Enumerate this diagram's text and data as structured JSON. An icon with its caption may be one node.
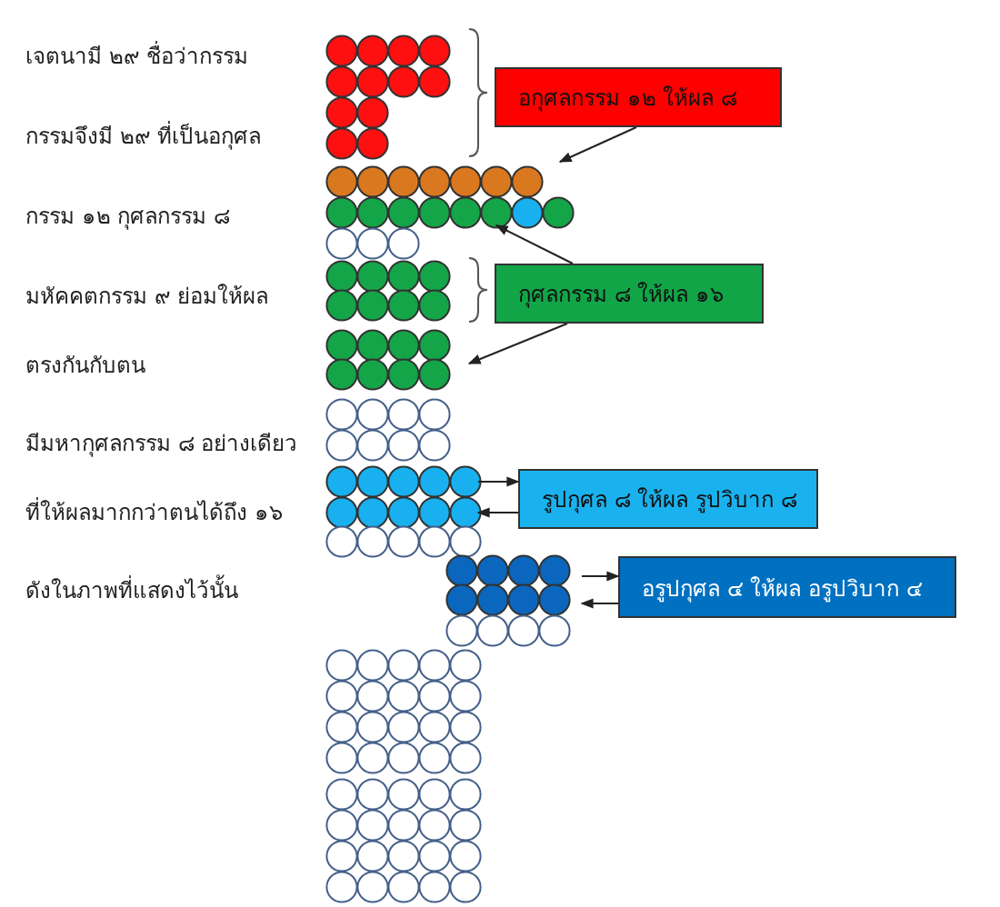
{
  "diagram": {
    "nodes": [
      {
        "text": [
          "อกุศลกรรม ๑๒ ให้ผล ๘"
        ]
      },
      {
        "text": [
          "กุศลกรรม ๘ ให้ผล ๑๖"
        ]
      },
      {
        "text": [
          "รูปกุศล ๘ ให้ผล รูปวิบาก ๘"
        ]
      },
      {
        "text": [
          "อรูปกุศล ๔ ให้ผล อรูปวิบาก ๔"
        ]
      }
    ],
    "edges": [
      {
        "from": 0,
        "to": null,
        "arrow": "to"
      },
      {
        "from": 1,
        "to": null,
        "arrow": "to"
      },
      {
        "from": 1,
        "to": null,
        "arrow": "to"
      },
      {
        "from": null,
        "to": 2,
        "arrow": "to"
      },
      {
        "from": 2,
        "to": null,
        "arrow": "to"
      },
      {
        "from": null,
        "to": 3,
        "arrow": "to"
      },
      {
        "from": 3,
        "to": null,
        "arrow": "to"
      }
    ],
    "labels": [
      "เจตนามี ๒๙ ชื่อว่ากรรม",
      "กรรมจึงมี ๒๙ ที่เป็นอกุศล",
      "กรรม ๑๒ กุศลกรรม ๘",
      "มหัคคตกรรม ๙ ย่อมให้ผล",
      "ตรงกันกับตน",
      "มีมหากุศลกรรม ๘ อย่างเดียว",
      "ที่ให้ผลมากกว่าตนได้ถึง ๑๖",
      "ดังในภาพที่แสดงไว้นั้น"
    ]
  }
}
